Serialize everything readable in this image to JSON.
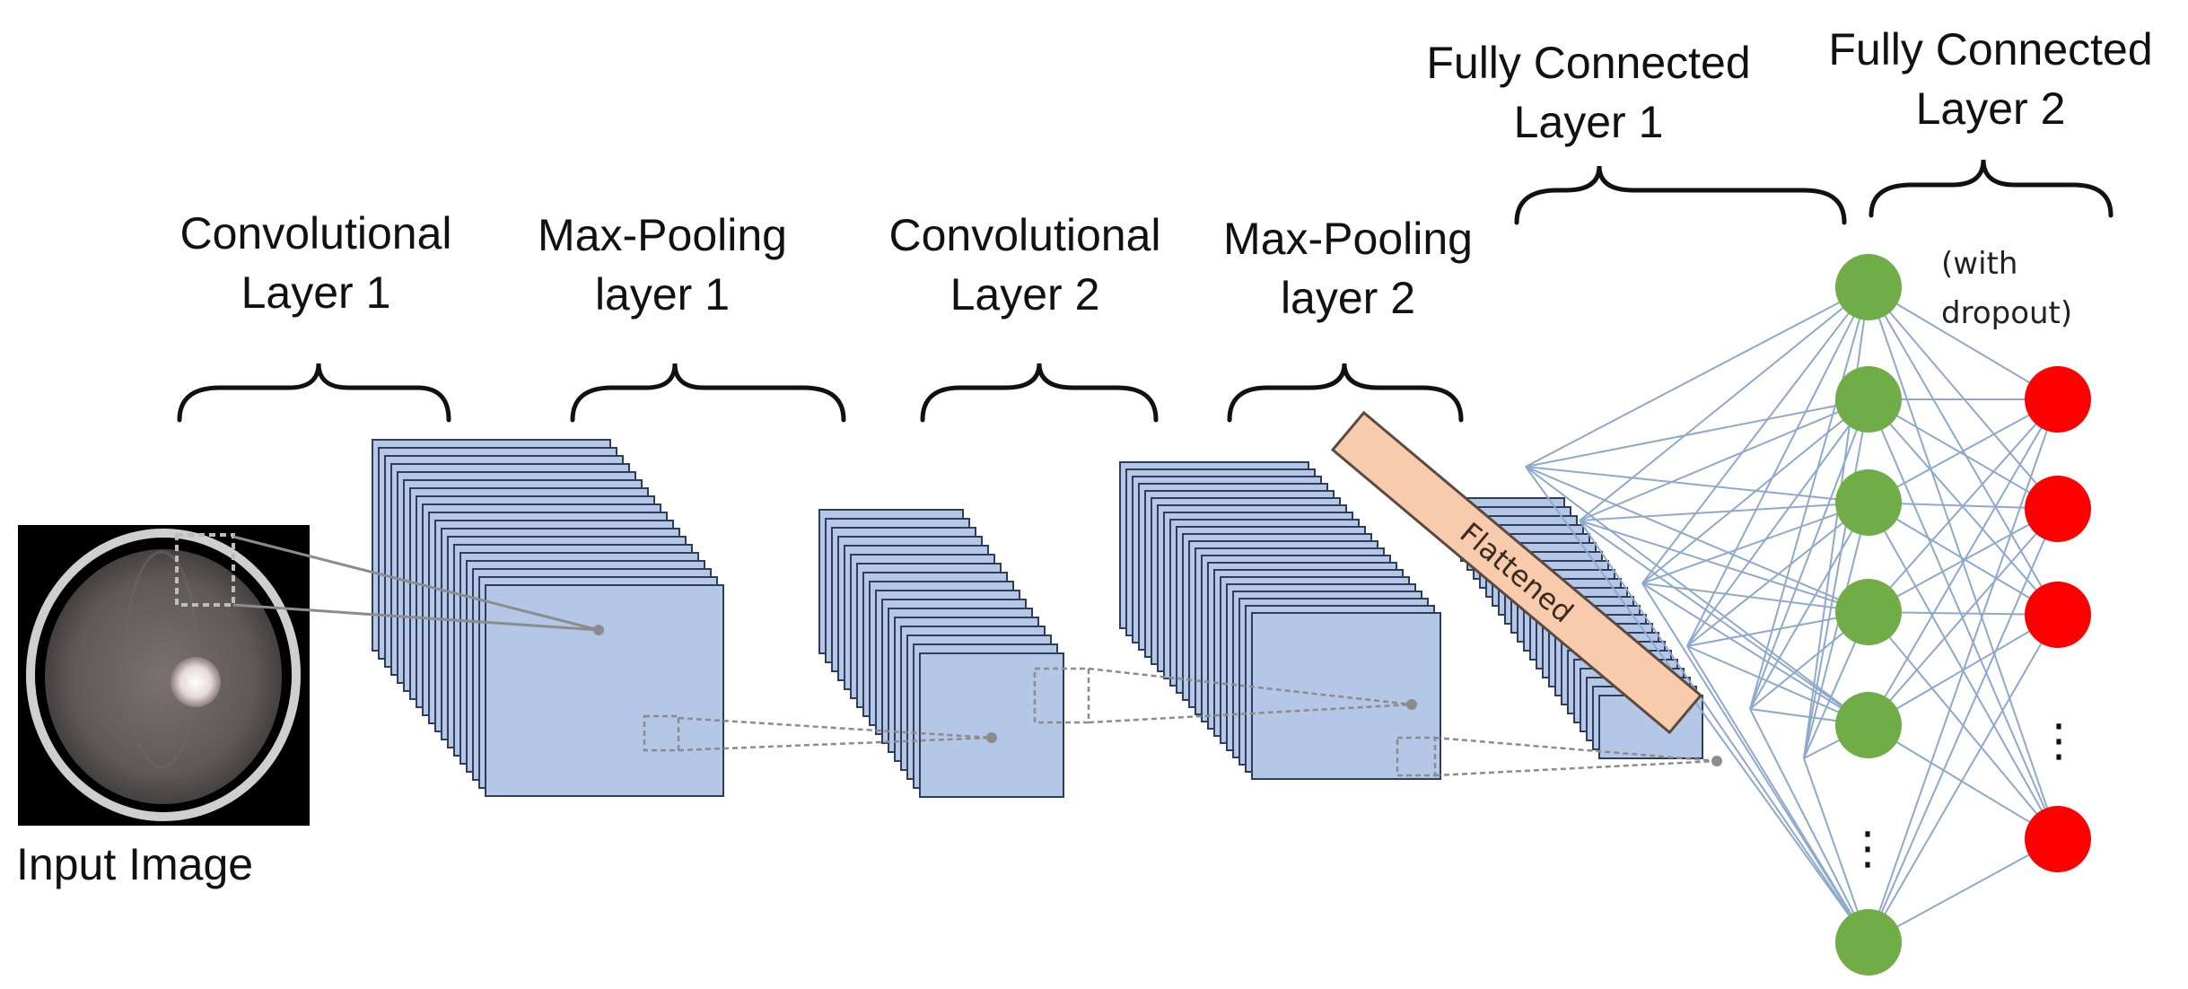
{
  "figure": {
    "input_label": "Input Image",
    "conv1": {
      "line1": "Convolutional",
      "line2": "Layer 1"
    },
    "pool1": {
      "line1": "Max-Pooling",
      "line2": "layer 1"
    },
    "conv2": {
      "line1": "Convolutional",
      "line2": "Layer 2"
    },
    "pool2": {
      "line1": "Max-Pooling",
      "line2": "layer 2"
    },
    "fc1": {
      "line1": "Fully Connected",
      "line2": "Layer 1"
    },
    "fc2": {
      "line1": "Fully Connected",
      "line2": "Layer 2"
    },
    "dropout": {
      "line1": "(with",
      "line2": "dropout)"
    },
    "flattened_label": "Flattened",
    "ellipsis": "⋮"
  },
  "colors": {
    "feature_map_fill": "#b4c7e7",
    "feature_map_stroke": "#2e3d5c",
    "fc1_node": "#70ad47",
    "fc2_node": "#ff0000",
    "flattened_fill": "#f8cbad",
    "connection": "#8ea9cc"
  }
}
